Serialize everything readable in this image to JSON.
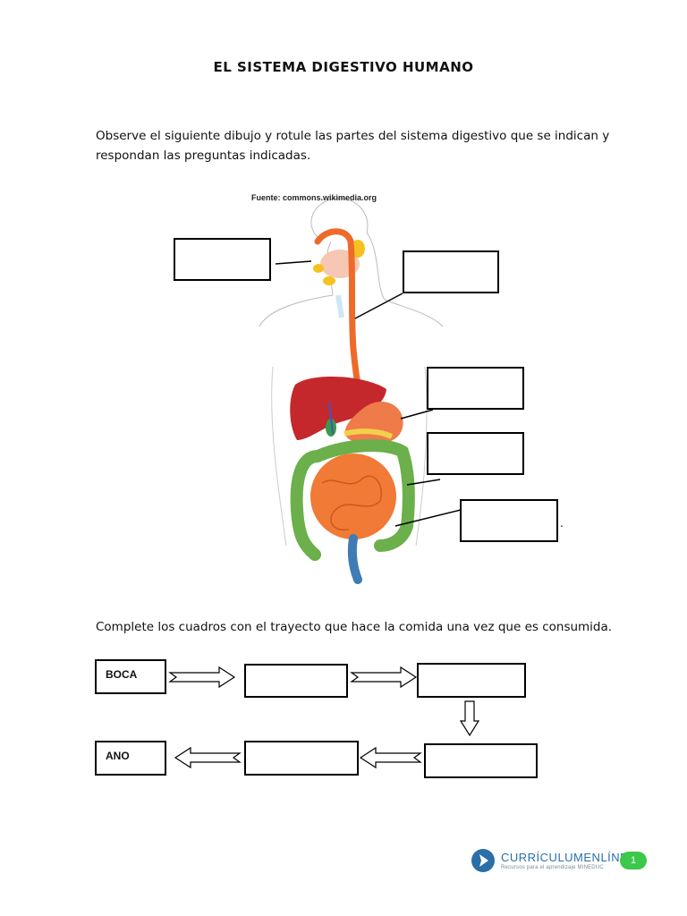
{
  "document": {
    "title": "EL SISTEMA DIGESTIVO HUMANO",
    "instruction_1": "Observe el siguiente dibujo y rotule las partes del sistema digestivo que se indican y respondan las preguntas indicadas.",
    "figure_source": "Fuente: commons.wikimedia.org",
    "instruction_2": "Complete los cuadros con el trayecto que hace la comida una vez que es consumida.",
    "label_dot": "."
  },
  "flow": {
    "start_label": "BOCA",
    "end_label": "ANO",
    "box_2": "",
    "box_3": "",
    "box_4": "",
    "box_5": ""
  },
  "footer": {
    "brand": "CURRÍCULUMENLÍNEA",
    "brand_sub": "Recursos para el aprendizaje MINEDUC",
    "page_number": "1",
    "brand_color": "#2a6fa8",
    "badge_color": "#3cc84a"
  }
}
